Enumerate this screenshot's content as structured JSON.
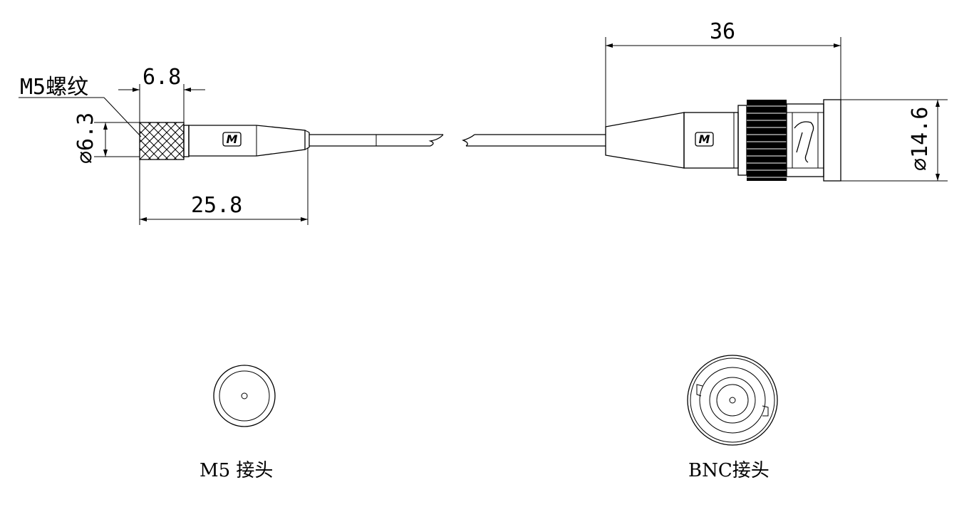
{
  "dimensions": {
    "m5_thread_label": "M5螺纹",
    "m5_knurl_length": "6.8",
    "m5_diameter": "∅6.3",
    "m5_total_length": "25.8",
    "bnc_length": "36",
    "bnc_diameter": "∅14.6"
  },
  "logos": {
    "m5_logo": "M",
    "bnc_logo": "M"
  },
  "captions": {
    "m5_caption": "M5 接头",
    "bnc_caption": "BNC接头"
  },
  "colors": {
    "line": "#000000",
    "background": "#ffffff"
  }
}
